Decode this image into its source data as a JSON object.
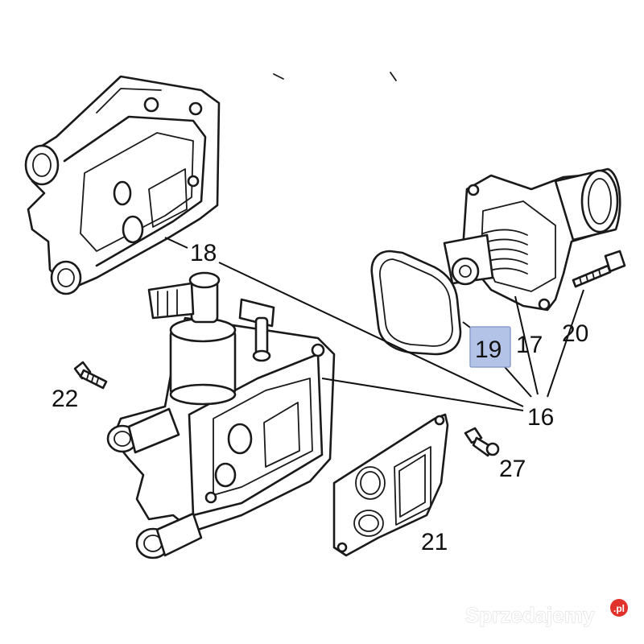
{
  "diagram": {
    "callouts": [
      {
        "id": "16",
        "label": "16"
      },
      {
        "id": "17",
        "label": "17"
      },
      {
        "id": "18",
        "label": "18"
      },
      {
        "id": "19",
        "label": "19"
      },
      {
        "id": "20",
        "label": "20"
      },
      {
        "id": "21",
        "label": "21"
      },
      {
        "id": "22",
        "label": "22"
      },
      {
        "id": "27",
        "label": "27"
      }
    ],
    "highlighted_callout": "19",
    "highlight_color": "#b3c3e8"
  },
  "watermark": {
    "text": "Sprzedajemy",
    "badge_text": ".pl",
    "badge_color": "#e0312b"
  }
}
